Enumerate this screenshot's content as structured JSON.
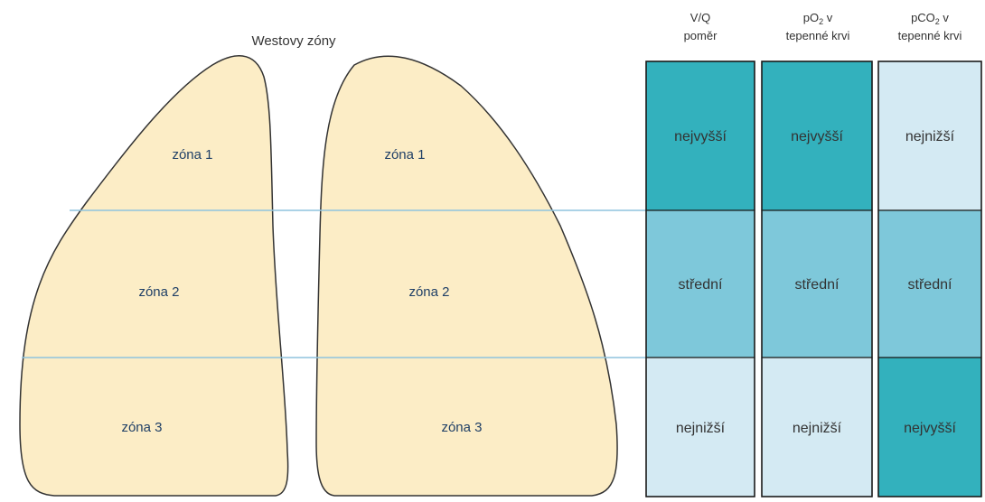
{
  "title": "Westovy zóny",
  "lungs": {
    "left": {
      "zones": [
        "zóna 1",
        "zóna 2",
        "zóna 3"
      ]
    },
    "right": {
      "zones": [
        "zóna 1",
        "zóna 2",
        "zóna 3"
      ]
    }
  },
  "table": {
    "columns": [
      {
        "header_line1": "V/Q",
        "header_line2": "poměr",
        "cells": [
          "nejvyšší",
          "střední",
          "nejnižší"
        ]
      },
      {
        "header_line1_prefix": "pO",
        "header_line1_sub": "2",
        "header_line1_suffix": " v",
        "header_line2": "tepenné krvi",
        "cells": [
          "nejvyšší",
          "střední",
          "nejnižší"
        ]
      },
      {
        "header_line1_prefix": "pCO",
        "header_line1_sub": "2",
        "header_line1_suffix": " v",
        "header_line2": "tepenné krvi",
        "cells": [
          "nejnižší",
          "střední",
          "nejvyšší"
        ]
      }
    ],
    "level_colors": {
      "nejvyšší": "#33b1bd",
      "střední": "#7ec8da",
      "nejnižší": "#d4eaf3"
    }
  },
  "colors": {
    "lung_fill": "#fcedc6",
    "divider": "#8fc4de",
    "zone_text": "#1f3f66"
  }
}
